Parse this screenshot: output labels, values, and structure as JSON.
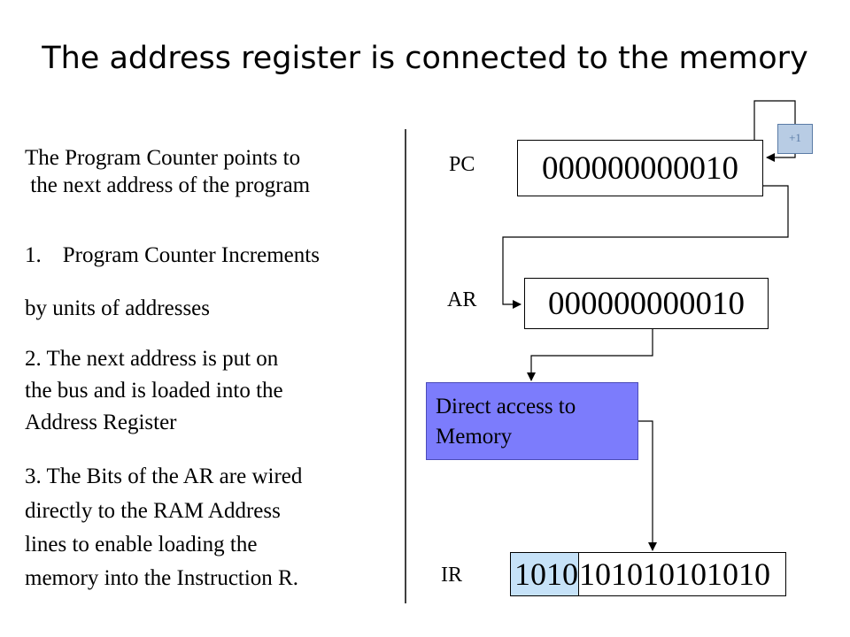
{
  "title": "The address register is connected to the memory",
  "intro": {
    "line1": "The Program Counter points to",
    "line2": " the next address of the program"
  },
  "steps": {
    "step1_number": "1.",
    "step1_text": "Program Counter Increments",
    "step1_cont": "by units of addresses",
    "step2_line1": "2. The next address is put on",
    "step2_line2": "the bus and is loaded into the",
    "step2_line3": "Address Register",
    "step3_line1": "3. The Bits of the AR are wired",
    "step3_line2": "directly to the RAM Address",
    "step3_line3": "lines to enable loading the",
    "step3_line4": "memory into the Instruction R."
  },
  "diagram": {
    "pc_label": "PC",
    "pc_value": "000000000010",
    "increment_label": "+1",
    "ar_label": "AR",
    "ar_value": "000000000010",
    "memory_line1": "Direct access to",
    "memory_line2": "Memory",
    "ir_label": "IR",
    "ir_value_highlight": "1010",
    "ir_value_rest": "101010101010"
  },
  "colors": {
    "memory_fill": "#7c7cfc",
    "increment_fill": "#b8cce4",
    "ir_highlight": "#c6e2f8"
  }
}
